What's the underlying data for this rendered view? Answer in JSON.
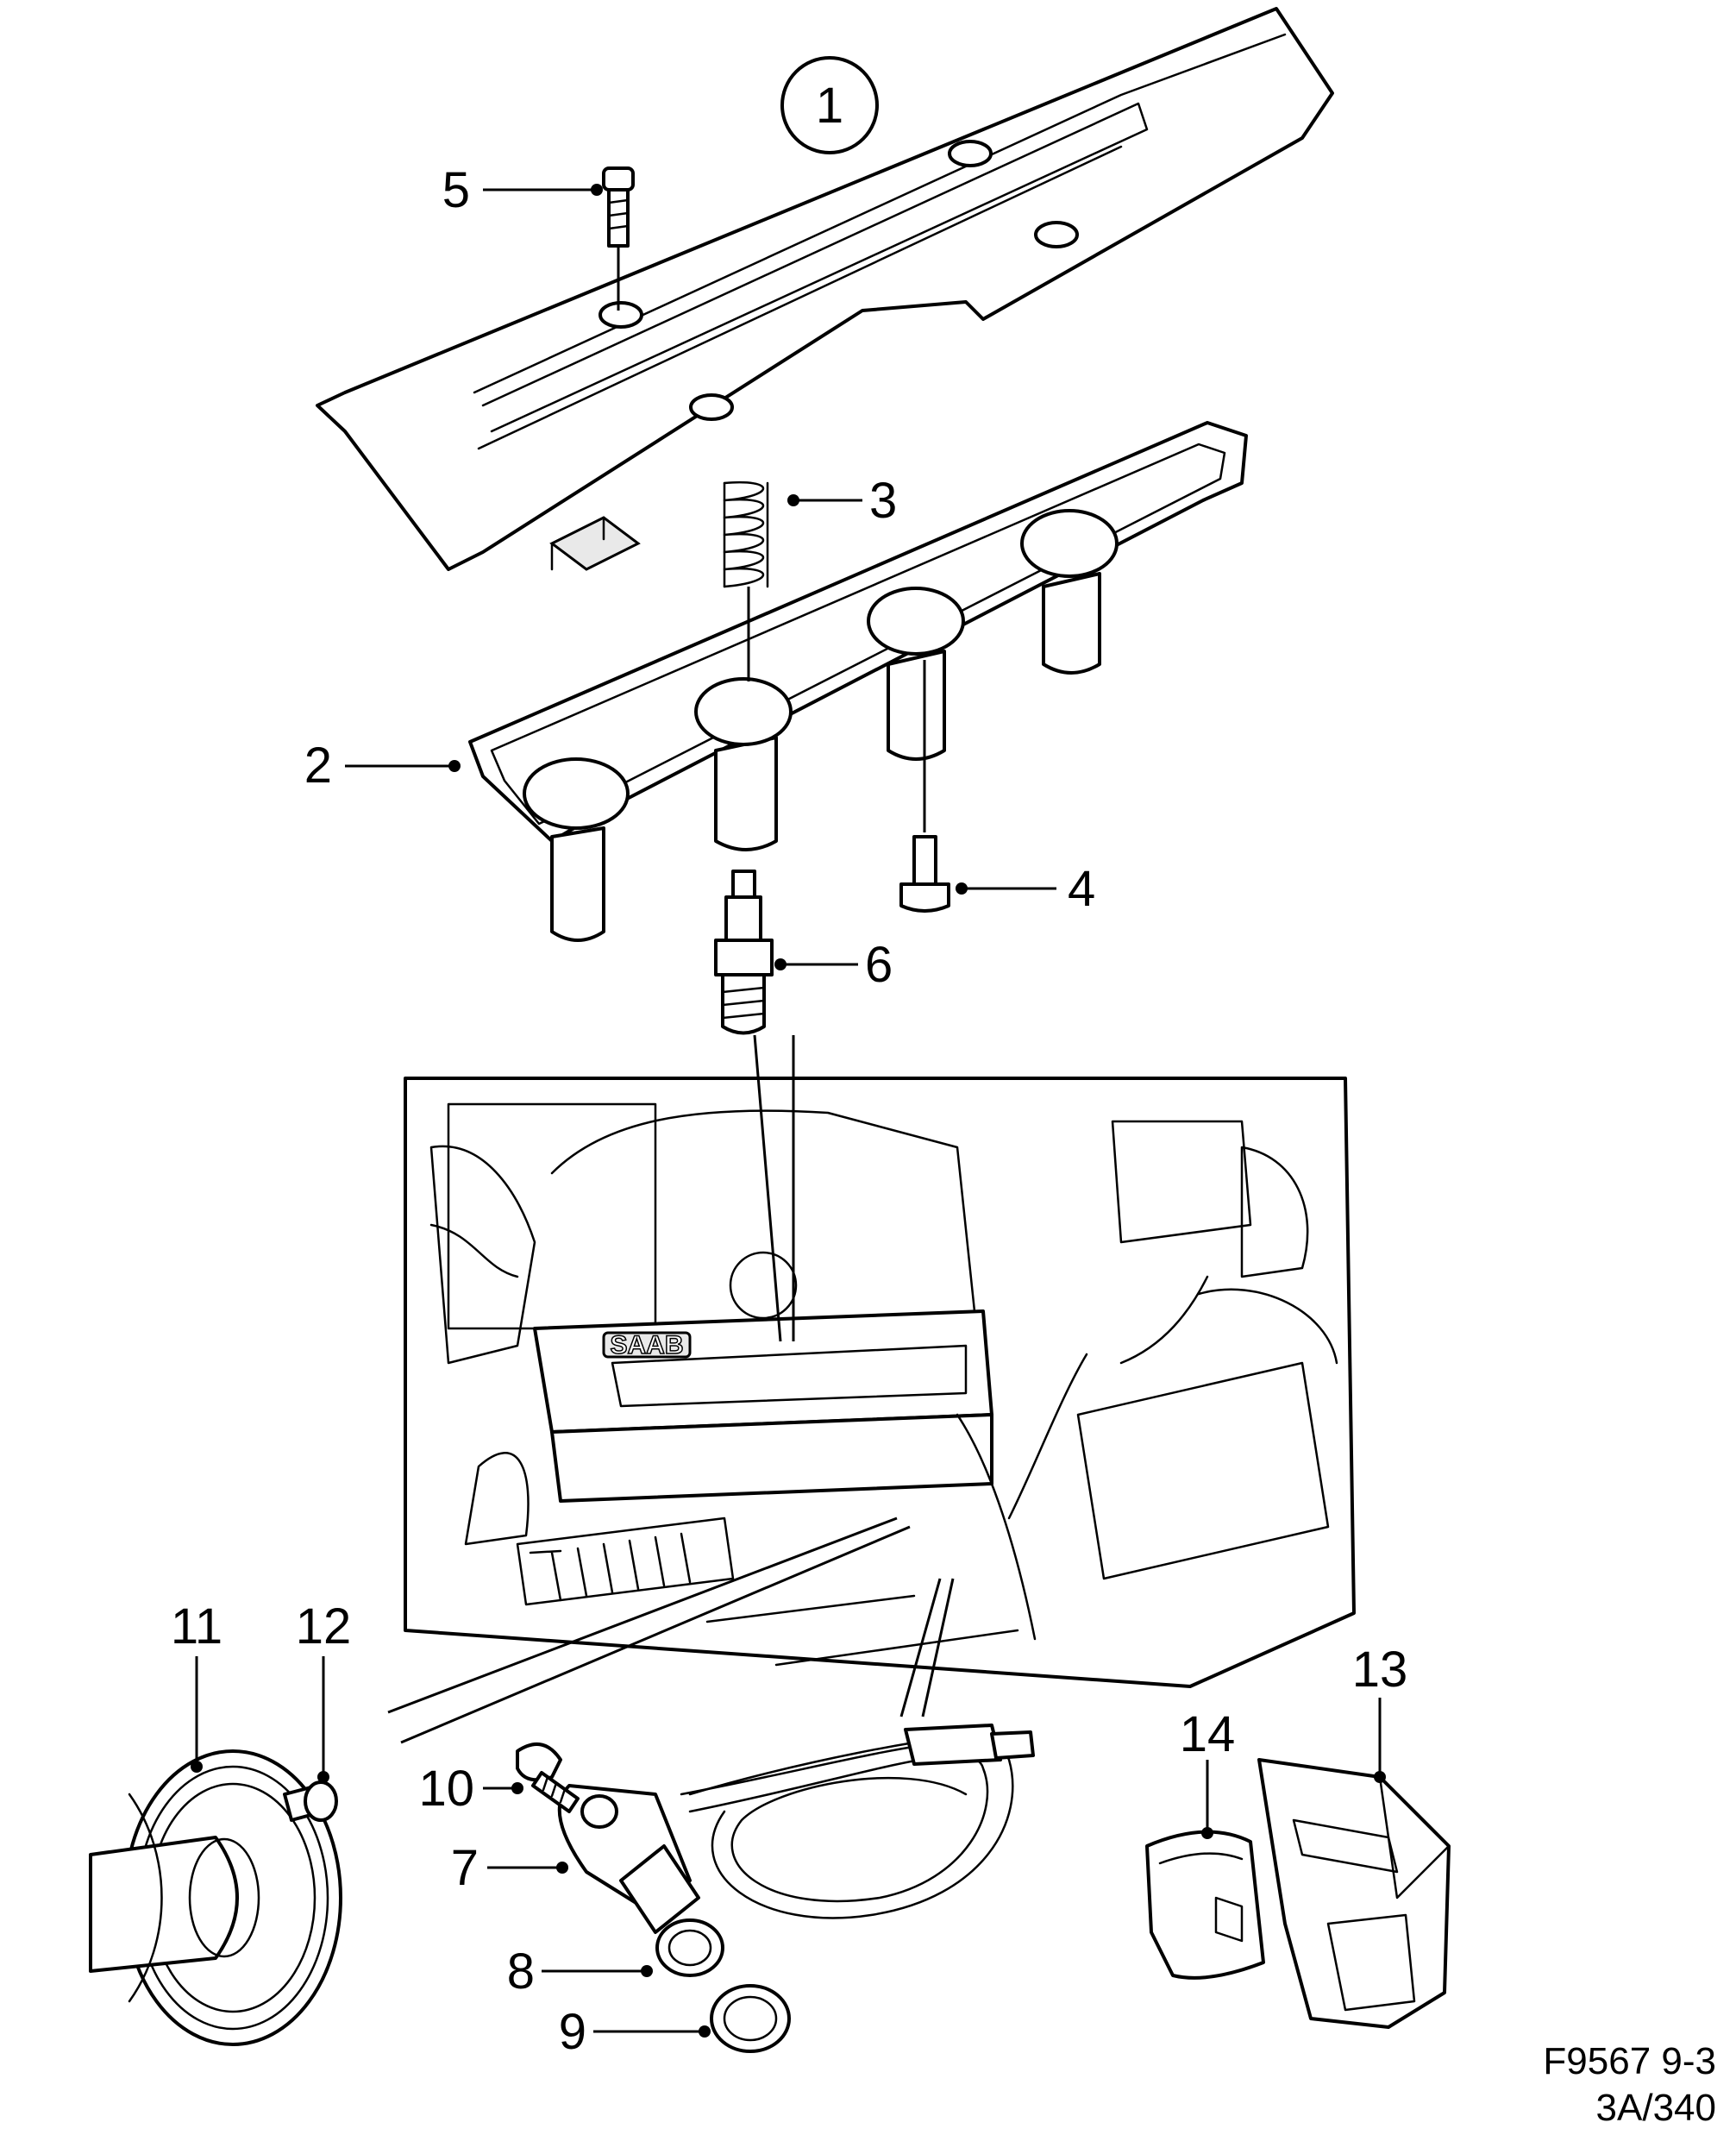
{
  "diagram": {
    "group_number": "1",
    "callouts": [
      "2",
      "3",
      "4",
      "5",
      "6",
      "7",
      "8",
      "9",
      "10",
      "11",
      "12",
      "13",
      "14"
    ],
    "engine_logo": "SAAB",
    "footer": {
      "line1": "F9567 9-3",
      "line2": "3A/340"
    }
  }
}
